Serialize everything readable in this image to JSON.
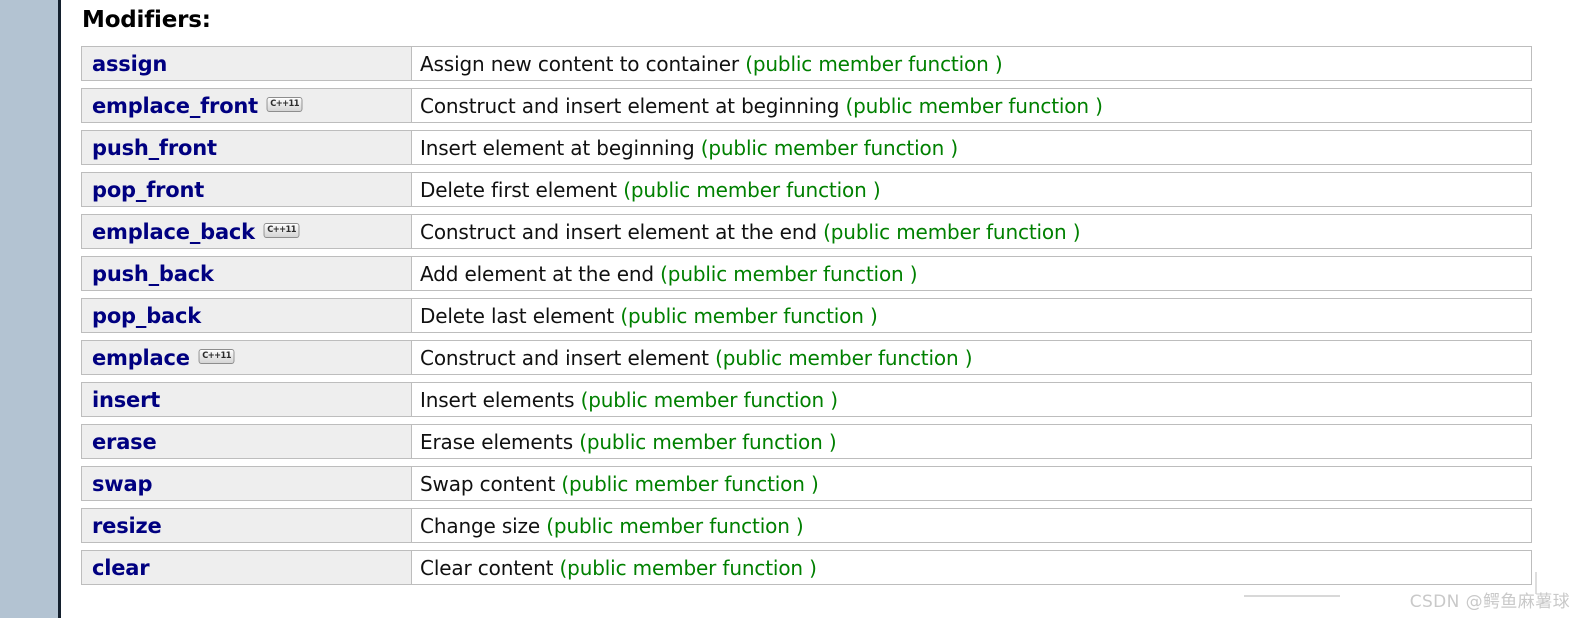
{
  "section": {
    "title": "Modifiers:"
  },
  "badge": {
    "label": "C++11"
  },
  "table": {
    "rows": [
      {
        "name": "assign",
        "badge": false,
        "description": "Assign new content to container ",
        "kind": "(public member function )"
      },
      {
        "name": "emplace_front",
        "badge": true,
        "description": "Construct and insert element at beginning ",
        "kind": "(public member function )"
      },
      {
        "name": "push_front",
        "badge": false,
        "description": "Insert element at beginning ",
        "kind": "(public member function )"
      },
      {
        "name": "pop_front",
        "badge": false,
        "description": "Delete first element ",
        "kind": "(public member function )"
      },
      {
        "name": "emplace_back",
        "badge": true,
        "description": "Construct and insert element at the end ",
        "kind": "(public member function )"
      },
      {
        "name": "push_back",
        "badge": false,
        "description": "Add element at the end ",
        "kind": "(public member function )"
      },
      {
        "name": "pop_back",
        "badge": false,
        "description": "Delete last element ",
        "kind": "(public member function )"
      },
      {
        "name": "emplace",
        "badge": true,
        "description": "Construct and insert element ",
        "kind": "(public member function )"
      },
      {
        "name": "insert",
        "badge": false,
        "description": "Insert elements ",
        "kind": "(public member function )"
      },
      {
        "name": "erase",
        "badge": false,
        "description": "Erase elements ",
        "kind": "(public member function )"
      },
      {
        "name": "swap",
        "badge": false,
        "description": "Swap content ",
        "kind": "(public member function )"
      },
      {
        "name": "resize",
        "badge": false,
        "description": "Change size ",
        "kind": "(public member function )"
      },
      {
        "name": "clear",
        "badge": false,
        "description": "Clear content ",
        "kind": "(public member function )"
      }
    ]
  },
  "watermark": {
    "text": "CSDN @鳄鱼麻薯球"
  },
  "colors": {
    "link": "#000080",
    "kind": "#008000",
    "name_cell_bg": "#eeeeee",
    "cell_border": "#bdbdbd",
    "sidebar": "#b3c3d2",
    "sidebar_border": "#14202e"
  }
}
